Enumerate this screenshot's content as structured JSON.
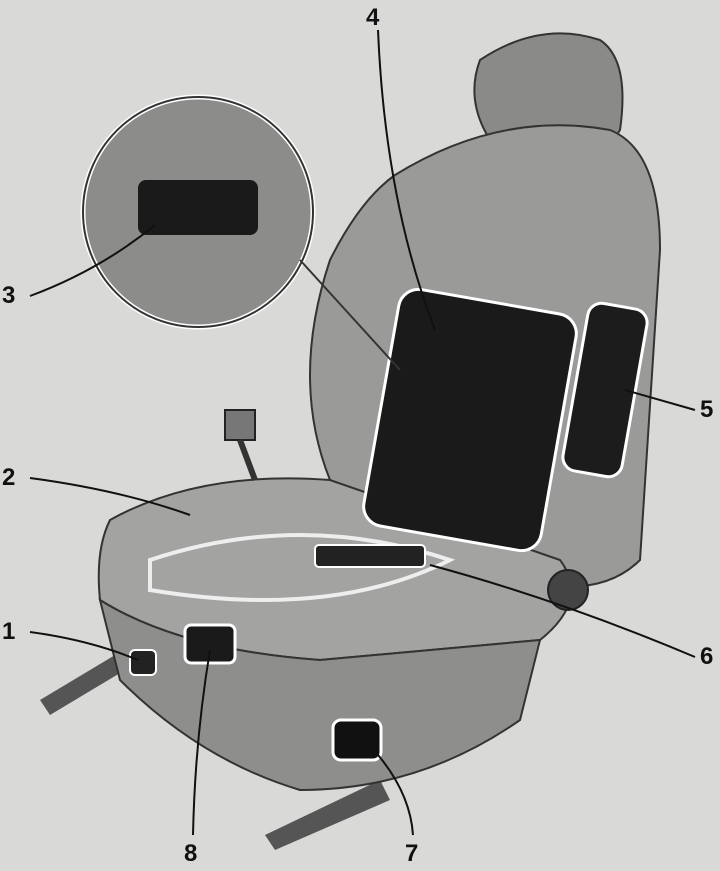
{
  "figure": {
    "callouts": [
      {
        "number": "1"
      },
      {
        "number": "2"
      },
      {
        "number": "3"
      },
      {
        "number": "4"
      },
      {
        "number": "5"
      },
      {
        "number": "6"
      },
      {
        "number": "7"
      },
      {
        "number": "8"
      }
    ]
  }
}
